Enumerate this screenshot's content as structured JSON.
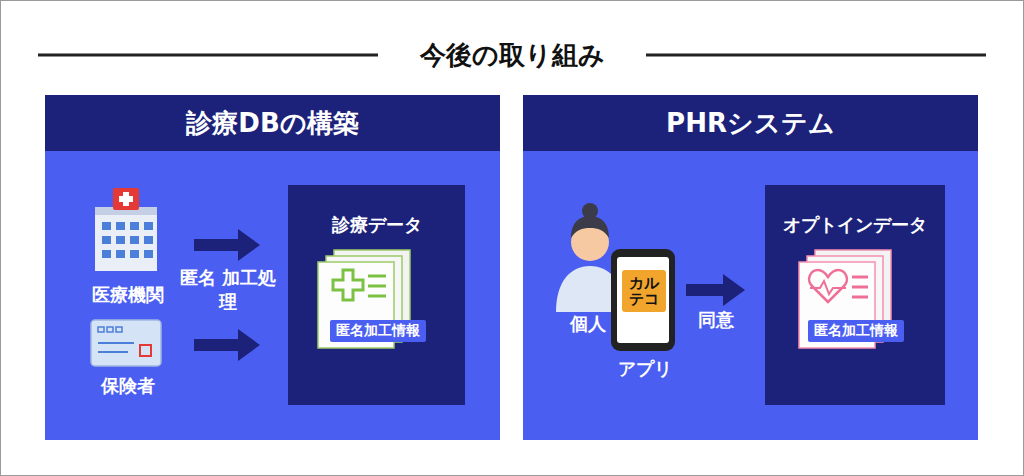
{
  "diagram": {
    "title": "今後の取り組み",
    "nodes": [
      {
        "text": [
          "診療DBの構築"
        ]
      },
      {
        "text": [
          "医療機関"
        ],
        "in": 0
      },
      {
        "text": [
          "保険者"
        ],
        "in": 0
      },
      {
        "text": [
          "診療データ"
        ],
        "in": 0
      },
      {
        "text": [
          "匿名加工情報"
        ],
        "in": 3
      },
      {
        "text": [
          "PHRシステム"
        ]
      },
      {
        "text": [
          "個人"
        ],
        "in": 5
      },
      {
        "text": [
          "アプリ"
        ],
        "in": 5
      },
      {
        "text": [
          "カル テコ"
        ],
        "in": 7
      },
      {
        "text": [
          "オプトインデータ"
        ],
        "in": 5
      },
      {
        "text": [
          "匿名加工情報"
        ],
        "in": 9
      }
    ],
    "edges": [
      {
        "from": 1,
        "to": 3,
        "arrow": "to"
      },
      {
        "from": 2,
        "to": 3,
        "arrow": "to"
      },
      {
        "from": 7,
        "to": 9,
        "label": "同意",
        "arrow": "to"
      }
    ],
    "labels": [
      "匿名 加工処理"
    ]
  }
}
